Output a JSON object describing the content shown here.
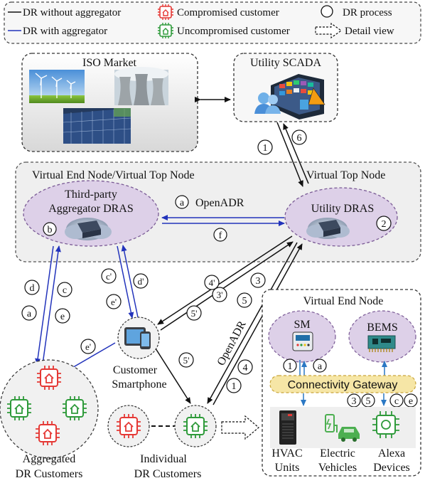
{
  "legend": {
    "dr_without": "DR without aggregator",
    "dr_with": "DR with aggregator",
    "compromised": "Compromised customer",
    "uncompromised": "Uncompromised customer",
    "dr_process": "DR process",
    "detail_view": "Detail view"
  },
  "iso_market": {
    "title": "ISO Market"
  },
  "utility_scada": {
    "title": "Utility SCADA"
  },
  "virtual_end_top": {
    "title": "Virtual End Node/Virtual Top Node"
  },
  "virtual_top": {
    "title": "Virtual Top Node"
  },
  "third_party": {
    "line1": "Third-party",
    "line2": "Aggregator DRAS",
    "step": "b"
  },
  "utility_dras": {
    "title": "Utility DRAS",
    "step": "2"
  },
  "openadr_top": "OpenADR",
  "openadr_side": "OpenADR",
  "steps": {
    "s1_top": "1",
    "s6": "6",
    "a_top": "a",
    "f": "f",
    "c_prime": "c'",
    "d_prime": "d'",
    "e_prime1": "e'",
    "four_prime": "4'",
    "three_prime": "3'",
    "five_prime": "5'",
    "three": "3",
    "five": "5",
    "four": "4",
    "one": "1",
    "d": "d",
    "c": "c",
    "a": "a",
    "e": "e",
    "e_prime2": "e'",
    "five_prime2": "5'",
    "ve_one": "1",
    "ve_a": "a",
    "ve_three": "3",
    "ve_five": "5",
    "ve_c": "c",
    "ve_e": "e"
  },
  "smartphone": {
    "line1": "Customer",
    "line2": "Smartphone"
  },
  "virtual_end": {
    "title": "Virtual End Node",
    "sm": "SM",
    "bems": "BEMS",
    "gateway": "Connectivity Gateway",
    "hvac1": "HVAC",
    "hvac2": "Units",
    "ev1": "Electric",
    "ev2": "Vehicles",
    "alexa1": "Alexa",
    "alexa2": "Devices"
  },
  "aggregated": {
    "line1": "Aggregated",
    "line2": "DR Customers"
  },
  "individual": {
    "line1": "Individual",
    "line2": "DR Customers"
  },
  "colors": {
    "compromised": "#e53935",
    "uncompromised": "#2e9a3a",
    "aggregator_line": "#2233bb",
    "dras_fill": "#ddd0e8",
    "gateway_fill": "#f6e6a6",
    "device_blue": "#2b78c4"
  }
}
